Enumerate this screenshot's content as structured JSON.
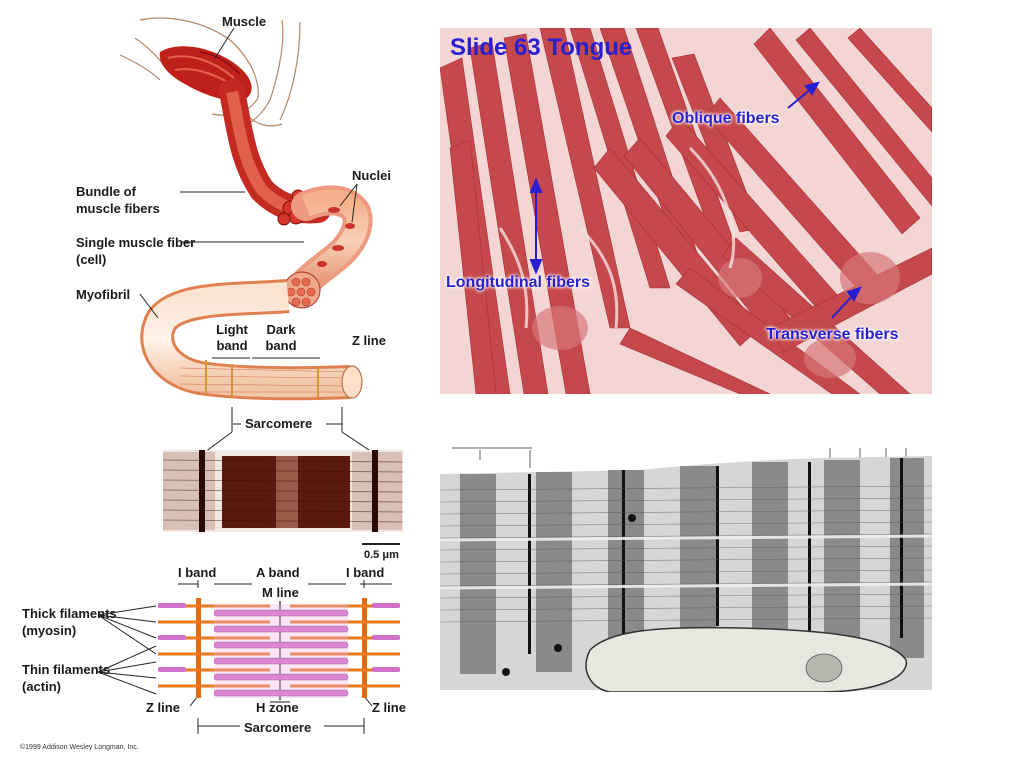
{
  "diagram": {
    "labels": {
      "muscle": "Muscle",
      "nuclei": "Nuclei",
      "bundle_line1": "Bundle of",
      "bundle_line2": "muscle fibers",
      "single_line1": "Single muscle fiber",
      "single_line2": "(cell)",
      "myofibril": "Myofibril",
      "light_band_line1": "Light",
      "light_band_line2": "band",
      "dark_band_line1": "Dark",
      "dark_band_line2": "band",
      "z_line_top": "Z line",
      "sarcomere_top": "Sarcomere",
      "scale_bar": "0.5 μm"
    },
    "sarcomere_diagram": {
      "i_band_left": "I band",
      "a_band": "A band",
      "i_band_right": "I band",
      "m_line": "M line",
      "thick_line1": "Thick filaments",
      "thick_line2": "(myosin)",
      "thin_line1": "Thin filaments",
      "thin_line2": "(actin)",
      "z_line_left": "Z line",
      "h_zone": "H zone",
      "z_line_right": "Z line",
      "sarcomere_bottom": "Sarcomere"
    },
    "copyright": "©1999 Addison Wesley Longman, Inc."
  },
  "tongue_slide": {
    "title": "Slide 63 Tongue",
    "oblique": "Oblique fibers",
    "longitudinal": "Longitudinal fibers",
    "transverse": "Transverse fibers"
  },
  "colors": {
    "muscle_red": "#c0201a",
    "tissue_pink": "#e8a0a0",
    "fiber_red": "#c4484c",
    "label_blue": "#2a1fd0",
    "filament_orange": "#e87a1a",
    "myosin_pink": "#d070c8"
  }
}
